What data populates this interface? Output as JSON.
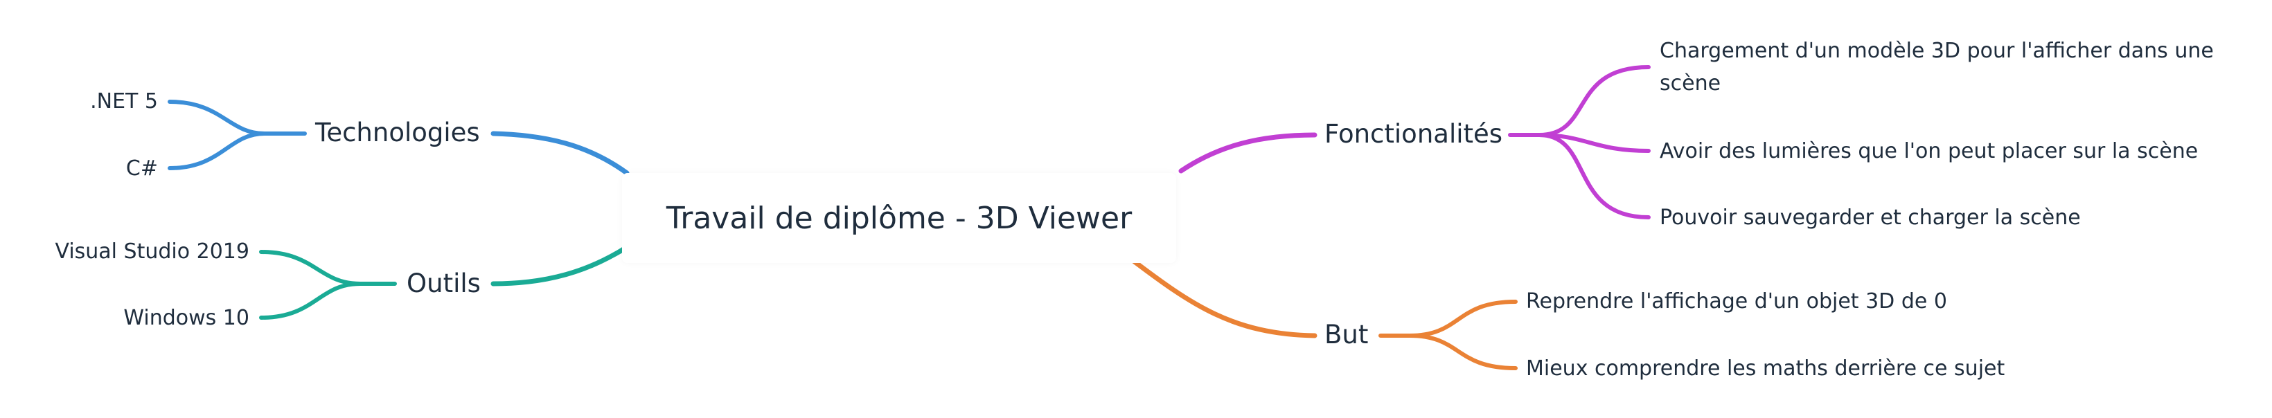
{
  "center": {
    "label": "Travail de diplôme - 3D Viewer"
  },
  "branches": {
    "technologies": {
      "label": "Technologies",
      "color": "#3b8ed8",
      "children": [
        ".NET 5",
        "C#"
      ]
    },
    "outils": {
      "label": "Outils",
      "color": "#1aab95",
      "children": [
        "Visual Studio 2019",
        "Windows 10"
      ]
    },
    "fonctionalites": {
      "label": "Fonctionalités",
      "color": "#c13fd3",
      "children": [
        "Chargement d'un modèle 3D pour l'afficher dans une",
        "scène",
        "Avoir des lumières que l'on peut placer sur la scène",
        "Pouvoir sauvegarder et charger la scène"
      ]
    },
    "but": {
      "label": "But",
      "color": "#ea8235",
      "children": [
        "Reprendre l'affichage d'un objet 3D de 0",
        "Mieux comprendre les maths derrière ce sujet"
      ]
    }
  }
}
